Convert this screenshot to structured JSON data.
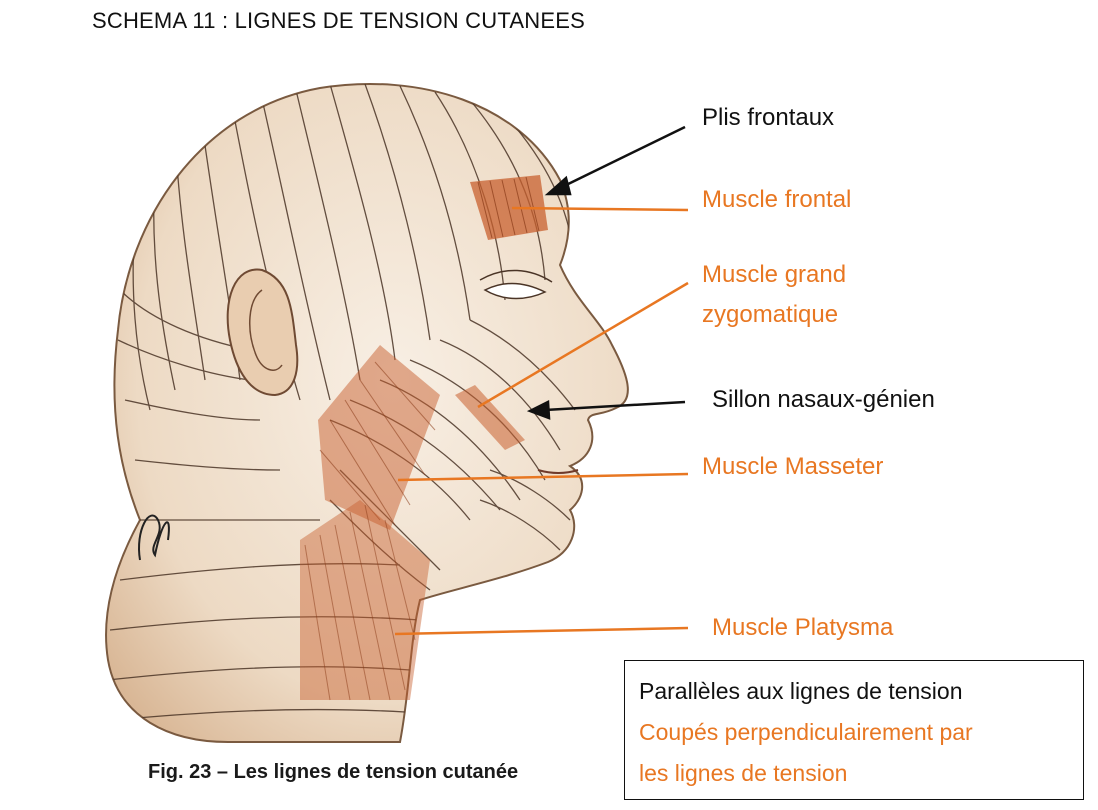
{
  "title": "SCHEMA 11 : LIGNES DE TENSION CUTANEES",
  "labels": {
    "plis_frontaux": "Plis frontaux",
    "muscle_frontal": "Muscle frontal",
    "muscle_grand_line1": "Muscle grand",
    "muscle_grand_line2": "zygomatique",
    "sillon": "Sillon nasaux-génien",
    "masseter": "Muscle Masseter",
    "platysma": "Muscle Platysma"
  },
  "caption": "Fig. 23 – Les lignes de tension cutanée",
  "legend": {
    "line1": "Parallèles aux lignes de tension",
    "line2": "Coupés perpendiculairement par",
    "line3": "les lignes de tension"
  },
  "colors": {
    "black_label": "#111111",
    "orange_label": "#e87722",
    "skin": "#f3e6d6",
    "muscle": "#c8602f"
  }
}
